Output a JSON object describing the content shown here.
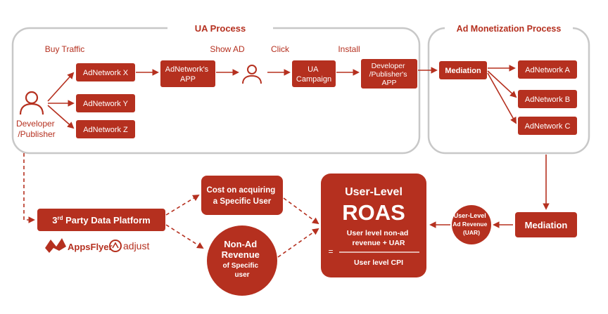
{
  "colors": {
    "accent": "#b5301f",
    "frame": "#c8c8c8",
    "text": "#b5301f",
    "white": "#ffffff"
  },
  "ua_section": {
    "title": "UA Process",
    "step_labels": {
      "buy_traffic": "Buy Traffic",
      "show_ad": "Show AD",
      "click": "Click",
      "install": "Install"
    },
    "developer_label_line1": "Developer",
    "developer_label_line2": "/Publisher",
    "ad_networks": [
      "AdNetwork X",
      "AdNetwork Y",
      "AdNetwork Z"
    ],
    "adnetwork_app_line1": "AdNetwork's",
    "adnetwork_app_line2": "APP",
    "ua_campaign_line1": "UA",
    "ua_campaign_line2": "Campaign",
    "dev_app_line1": "Developer",
    "dev_app_line2": "/Publisher's",
    "dev_app_line3": "APP"
  },
  "monetization_section": {
    "title": "Ad Monetization Process",
    "mediation_label": "Mediation",
    "ad_networks": [
      "AdNetwork A",
      "AdNetwork B",
      "AdNetwork C"
    ]
  },
  "bottom": {
    "third_party_prefix": "3",
    "third_party_sup": "rd",
    "third_party_rest": " Party Data Platform",
    "logos": {
      "appsflyer": "AppsFlyer",
      "adjust": "adjust"
    },
    "cost_line1": "Cost on acquiring",
    "cost_line2": "a Specific User",
    "nonad_line1": "Non-Ad",
    "nonad_line2": "Revenue",
    "nonad_line3": "of Specific",
    "nonad_line4": "user",
    "roas_title1": "User-Level",
    "roas_title2": "ROAS",
    "equals": "=",
    "roas_num_line1": "User level non-ad",
    "roas_num_line2": "revenue + UAR",
    "roas_den": "User level CPI",
    "uar_line1": "User-Level",
    "uar_line2": "Ad Revenue",
    "uar_line3": "(UAR)",
    "mediation_bottom": "Mediation"
  }
}
